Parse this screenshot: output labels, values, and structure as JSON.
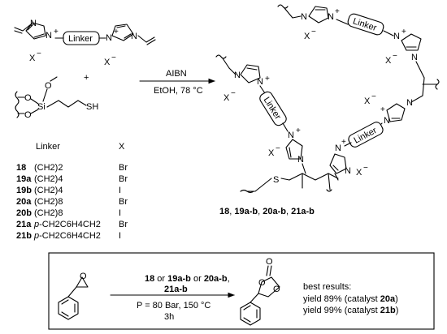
{
  "atoms": {
    "N": "N",
    "plus": "+",
    "X": "X",
    "minus": "−",
    "O": "O",
    "Si": "Si",
    "SH": "SH",
    "S": "S",
    "plus_sign": "+"
  },
  "linker_label": "Linker",
  "conditions": {
    "reagent": "AIBN",
    "solvent_temp": "EtOH, 78 °C"
  },
  "table": {
    "header_linker": "Linker",
    "header_x": "X",
    "rows": [
      {
        "id": "18",
        "linker": "(CH2)2",
        "x": "Br"
      },
      {
        "id": "19a",
        "linker": "(CH2)4",
        "x": "Br"
      },
      {
        "id": "19b",
        "linker": "(CH2)4",
        "x": "I"
      },
      {
        "id": "20a",
        "linker": "(CH2)8",
        "x": "Br"
      },
      {
        "id": "20b",
        "linker": "(CH2)8",
        "x": "I"
      },
      {
        "id": "21a",
        "linker_p": "p",
        "linker": "-CH2C6H4CH2",
        "x": "Br"
      },
      {
        "id": "21b",
        "linker_p": "p",
        "linker": "-CH2C6H4CH2",
        "x": "I"
      }
    ]
  },
  "product_label": {
    "a": "18",
    "sep1": ", ",
    "b": "19a-b",
    "sep2": ", ",
    "c": "20a-b",
    "sep3": ", ",
    "d": "21a-b"
  },
  "bottom": {
    "cat_line1_a": "18",
    "cat_line1_or1": " or ",
    "cat_line1_b": "19a-b",
    "cat_line1_or2": " or ",
    "cat_line1_c": "20a-b",
    "cat_line1_end": ",",
    "cat_line2": "21a-b",
    "pressure_temp": "P = 80 Bar, 150 °C",
    "time": "3h",
    "best": "best results:",
    "yield1_text": "yield 89% (catalyst ",
    "yield1_cat": "20a",
    "yield1_close": ")",
    "yield2_text": "yield 99% (catalyst ",
    "yield2_cat": "21b",
    "yield2_close": ")"
  }
}
